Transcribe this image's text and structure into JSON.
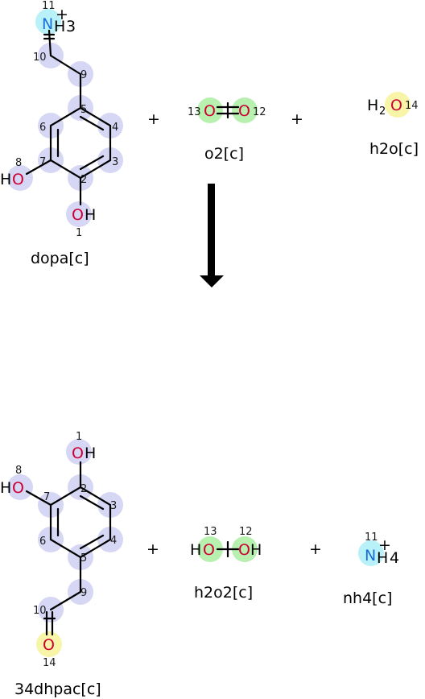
{
  "reaction": {
    "reactants": [
      {
        "id": "dopa[c]",
        "label": "dopa[c]"
      },
      {
        "id": "o2[c]",
        "label": "o2[c]"
      },
      {
        "id": "h2o[c]",
        "label": "h2o[c]"
      }
    ],
    "products": [
      {
        "id": "34dhpac[c]",
        "label": "34dhpac[c]"
      },
      {
        "id": "h2o2[c]",
        "label": "h2o2[c]"
      },
      {
        "id": "nh4[c]",
        "label": "nh4[c]"
      }
    ],
    "plus_sign": "+"
  },
  "atoms": {
    "O": "O",
    "H": "H",
    "N": "N",
    "plus": "+",
    "sub2": "2",
    "sub3": "3",
    "sub4": "4"
  },
  "atom_numbers": {
    "n1": "1",
    "n2": "2",
    "n3": "3",
    "n4": "4",
    "n5": "5",
    "n6": "6",
    "n7": "7",
    "n8": "8",
    "n9": "9",
    "n10": "10",
    "n11": "11",
    "n12": "12",
    "n13": "13",
    "n14": "14"
  },
  "highlight_colors": {
    "carbon": "#d6d6f5",
    "oxygen_o2": "#b8f0b0",
    "oxygen_water": "#f8f5a8",
    "nitrogen": "#b8f2f8"
  }
}
